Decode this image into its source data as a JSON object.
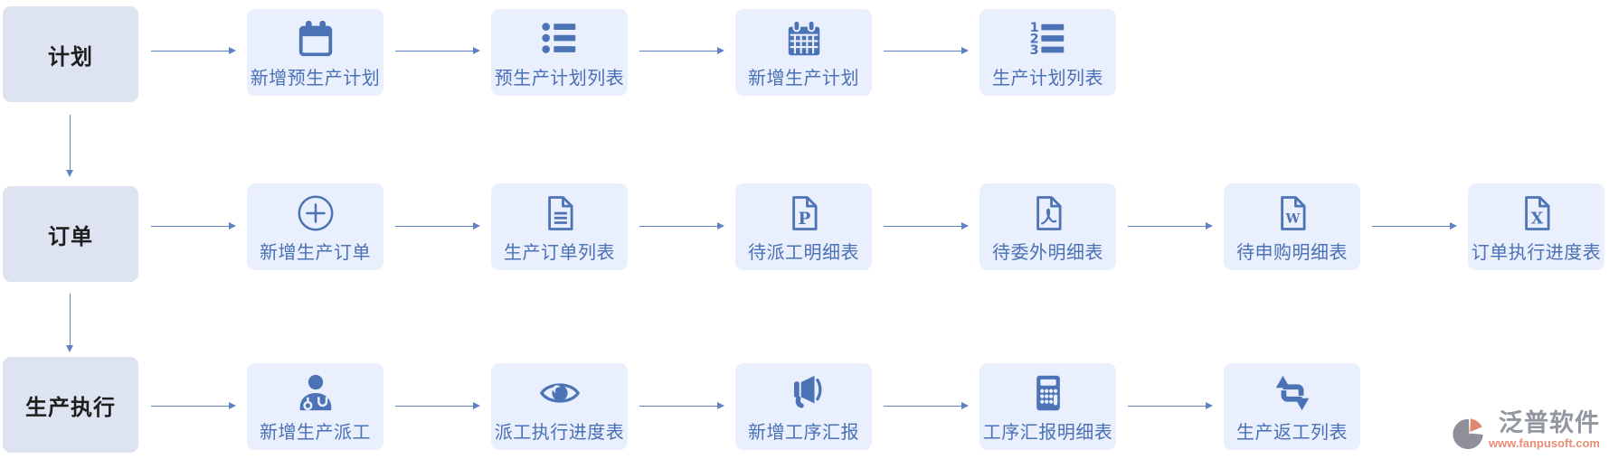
{
  "colors": {
    "item_bg": "#e9effc",
    "category_bg": "#dde3f0",
    "icon_blue": "#4c73b6",
    "label_blue": "#4a70b5",
    "arrow_blue": "#5f82c4",
    "logo_gray": "#9296a1",
    "logo_salmon": "#e88d76"
  },
  "rows": [
    {
      "category": {
        "label": "计划"
      },
      "items": [
        {
          "label": "新增预生产计划",
          "icon": "calendar-blank"
        },
        {
          "label": "预生产计划列表",
          "icon": "bullet-list"
        },
        {
          "label": "新增生产计划",
          "icon": "calendar-grid"
        },
        {
          "label": "生产计划列表",
          "icon": "numbered-list"
        }
      ]
    },
    {
      "category": {
        "label": "订单"
      },
      "items": [
        {
          "label": "新增生产订单",
          "icon": "plus-circle"
        },
        {
          "label": "生产订单列表",
          "icon": "file-lines"
        },
        {
          "label": "待派工明细表",
          "icon": "file-p"
        },
        {
          "label": "待委外明细表",
          "icon": "file-pdf"
        },
        {
          "label": "待申购明细表",
          "icon": "file-word"
        },
        {
          "label": "订单执行进度表",
          "icon": "file-excel"
        }
      ]
    },
    {
      "category": {
        "label": "生产执行"
      },
      "items": [
        {
          "label": "新增生产派工",
          "icon": "user-md"
        },
        {
          "label": "派工执行进度表",
          "icon": "eye"
        },
        {
          "label": "新增工序汇报",
          "icon": "megaphone"
        },
        {
          "label": "工序汇报明细表",
          "icon": "calculator"
        },
        {
          "label": "生产返工列表",
          "icon": "rework-cycle"
        }
      ]
    }
  ],
  "file_letters": {
    "p": "P",
    "w": "W",
    "x": "X"
  },
  "list_numbers": {
    "n1": "1",
    "n2": "2",
    "n3": "3"
  },
  "logo": {
    "name": "泛普软件",
    "url": "www.fanpusoft.com"
  }
}
